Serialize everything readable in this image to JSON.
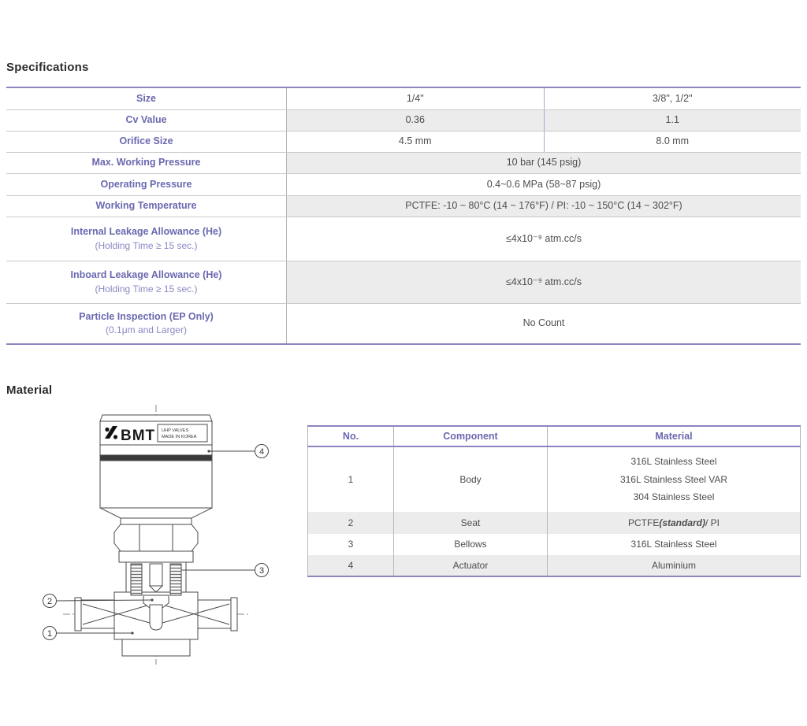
{
  "colors": {
    "accent_purple": "#8b84bf",
    "label_blue": "#6a68b0",
    "zebra_gray": "#ececec",
    "divider_gray": "#c9c9c9",
    "text_dark": "#4d4d4d",
    "diagram_line": "#4a4a4a"
  },
  "specifications": {
    "title": "Specifications",
    "rows": [
      {
        "label": "Size",
        "values": [
          "1/4\"",
          "3/8\", 1/2\""
        ]
      },
      {
        "label": "Cv Value",
        "values": [
          "0.36",
          "1.1"
        ]
      },
      {
        "label": "Orifice Size",
        "values": [
          "4.5 mm",
          "8.0 mm"
        ]
      },
      {
        "label": "Max. Working Pressure",
        "value": "10 bar (145 psig)"
      },
      {
        "label": "Operating Pressure",
        "value": "0.4~0.6 MPa (58~87 psig)"
      },
      {
        "label": "Working Temperature",
        "value": "PCTFE: -10 ~ 80°C (14 ~ 176°F) / PI: -10 ~ 150°C (14 ~ 302°F)"
      },
      {
        "label": "Internal Leakage Allowance (He)",
        "sub": "(Holding Time ≥ 15 sec.)",
        "value": "≤4x10⁻⁹ atm.cc/s"
      },
      {
        "label": "Inboard Leakage Allowance (He)",
        "sub": "(Holding Time ≥ 15 sec.)",
        "value": "≤4x10⁻⁹ atm.cc/s"
      },
      {
        "label": "Particle Inspection (EP Only)",
        "sub": "(0.1μm and Larger)",
        "value": "No Count"
      }
    ]
  },
  "material": {
    "title": "Material",
    "table": {
      "headers": [
        "No.",
        "Component",
        "Material"
      ],
      "rows": [
        {
          "no": "1",
          "component": "Body",
          "materials": [
            "316L Stainless Steel",
            "316L Stainless Steel VAR",
            "304 Stainless Steel"
          ]
        },
        {
          "no": "2",
          "component": "Seat",
          "material_pre": "PCTFE ",
          "material_em": "(standard)",
          "material_post": " / PI"
        },
        {
          "no": "3",
          "component": "Bellows",
          "material": "316L Stainless Steel"
        },
        {
          "no": "4",
          "component": "Actuator",
          "material": "Aluminium"
        }
      ]
    }
  },
  "diagram": {
    "logo_text": "BMT",
    "logo_caption_line1": "UHP VALVES",
    "logo_caption_line2": "MADE IN KOREA",
    "callouts": [
      "1",
      "2",
      "3",
      "4"
    ]
  }
}
